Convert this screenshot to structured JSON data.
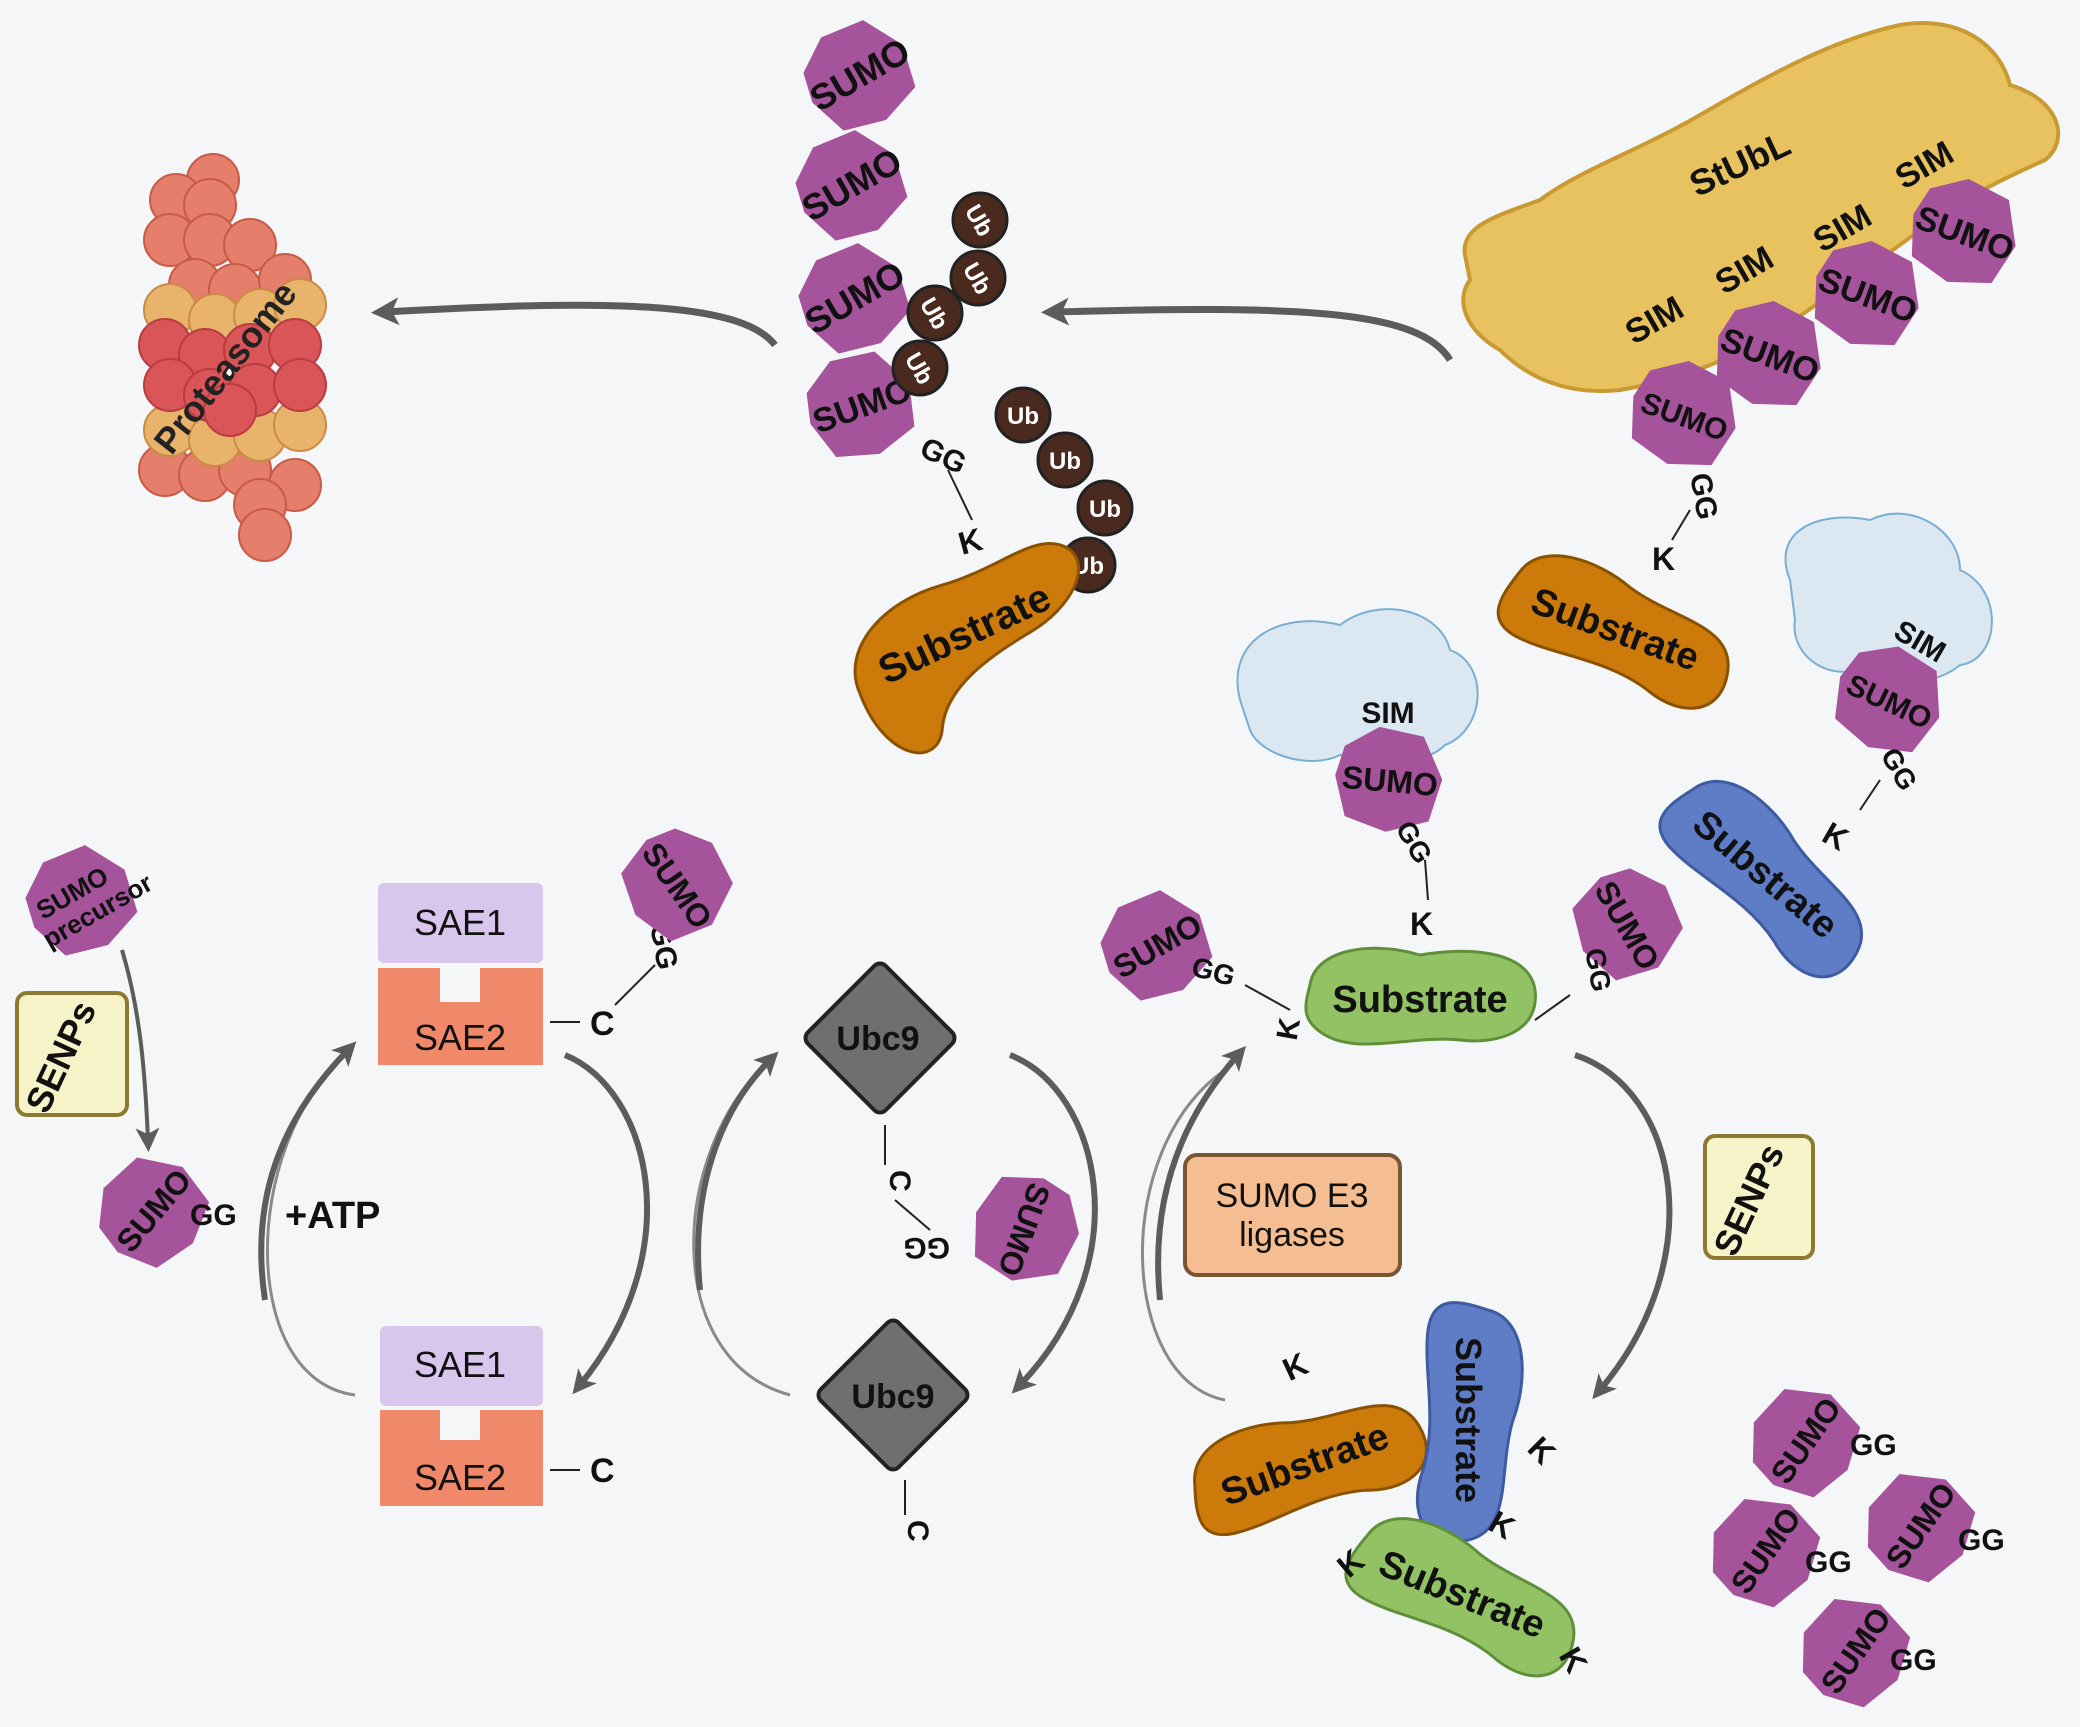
{
  "labels": {
    "sumo": "SUMO",
    "sumo_precursor_line1": "SUMO",
    "sumo_precursor_line2": "precursor",
    "gg": "GG",
    "k": "K",
    "c": "C",
    "sim": "SIM",
    "ub": "Ub",
    "substrate": "Substrate",
    "sae1": "SAE1",
    "sae2": "SAE2",
    "ubc9": "Ubc9",
    "senps": "SENPs",
    "atp": "+ATP",
    "e3_line1": "SUMO E3",
    "e3_line2": "ligases",
    "stubl": "StUbL",
    "proteasome": "Proteasome"
  },
  "colors": {
    "background": "#f4f6f7",
    "sumo": "#a5539a",
    "ub": "#4a2a1e",
    "substrate_orange": "#cc7a0a",
    "substrate_green": "#92c263",
    "substrate_blue": "#5f7dc7",
    "sae1": "#d8c6ec",
    "sae2": "#f0896a",
    "ubc9": "#6f6f6f",
    "senps_fill": "#f7f3c8",
    "senps_border": "#8c7a32",
    "e3_fill": "#f5be92",
    "e3_border": "#7a5532",
    "stubl": "#e7c25f",
    "sim_reader": "#dbe8f1",
    "arrow": "#5c5c5c"
  }
}
